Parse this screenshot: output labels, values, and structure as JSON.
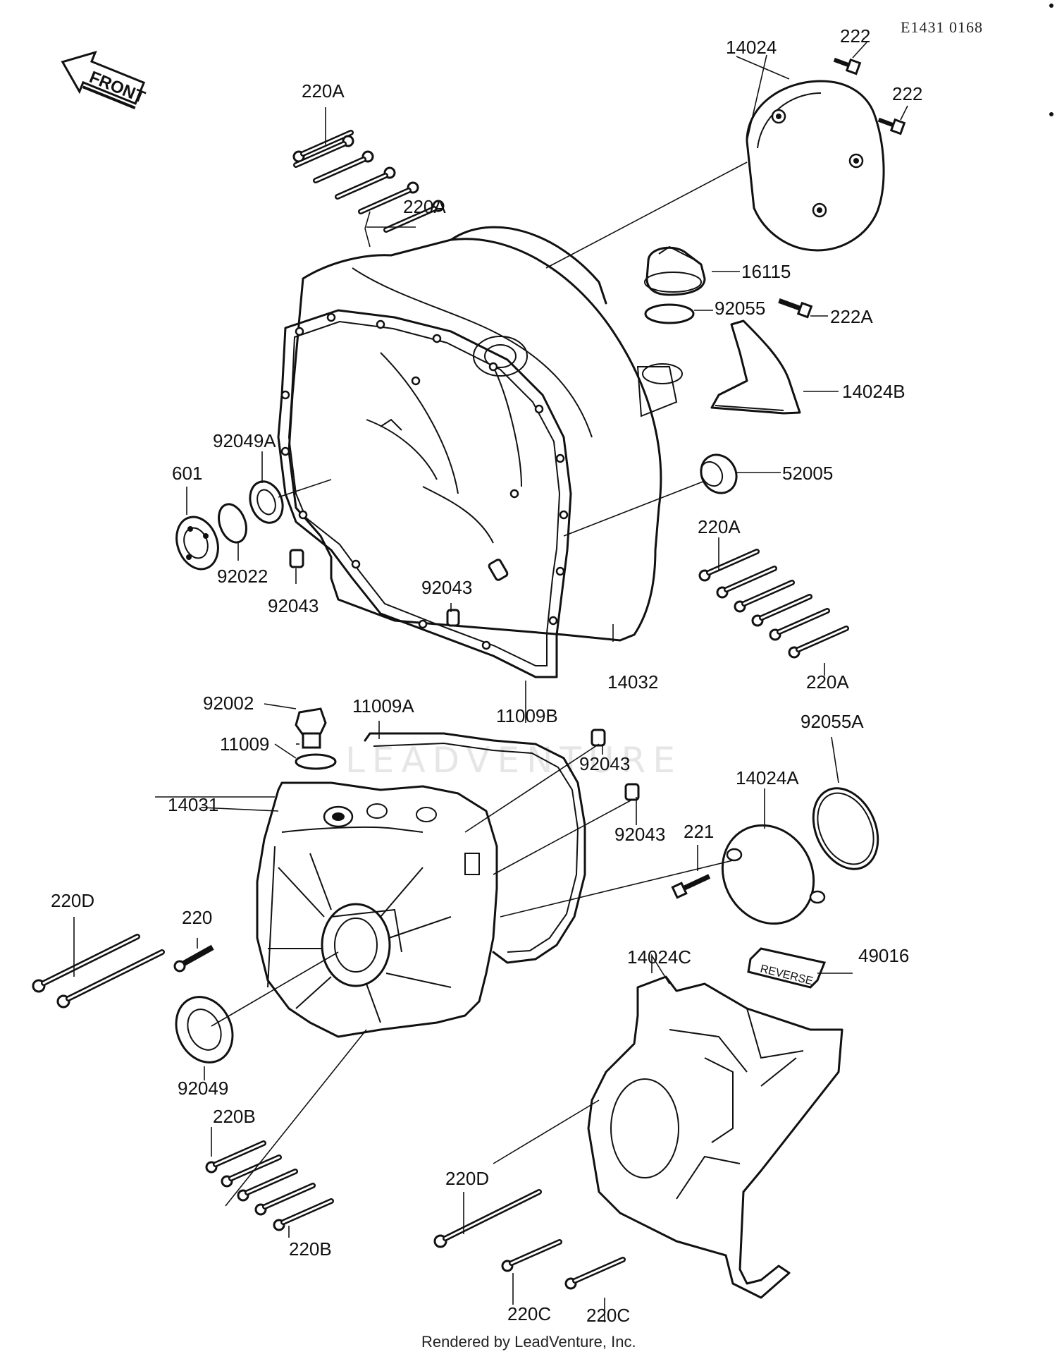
{
  "diagram": {
    "code": "E1431 0168",
    "front_label": "FRONT",
    "reverse_label": "REVERSE",
    "footer": "Rendered by LeadVenture, Inc.",
    "watermark": "LEADVENTURE"
  },
  "labels": {
    "p14024": "14024",
    "p222_a": "222",
    "p222_b": "222",
    "p220A_1": "220A",
    "p220A_2": "220A",
    "p16115": "16115",
    "p92055": "92055",
    "p222A": "222A",
    "p14024B": "14024B",
    "p92049A": "92049A",
    "p601": "601",
    "p92022": "92022",
    "p92043_1": "92043",
    "p52005": "52005",
    "p220A_3": "220A",
    "p220A_4": "220A",
    "p92043_2": "92043",
    "p14032": "14032",
    "p11009B": "11009B",
    "p92002": "92002",
    "p11009A": "11009A",
    "p11009": "11009",
    "p92043_3": "92043",
    "p92055A": "92055A",
    "p14031": "14031",
    "p14024A": "14024A",
    "p92043_4": "92043",
    "p221": "221",
    "p220D_1": "220D",
    "p220": "220",
    "p49016": "49016",
    "p14024C": "14024C",
    "p92049": "92049",
    "p220B_1": "220B",
    "p220D_2": "220D",
    "p220B_2": "220B",
    "p220C_1": "220C",
    "p220C_2": "220C"
  }
}
